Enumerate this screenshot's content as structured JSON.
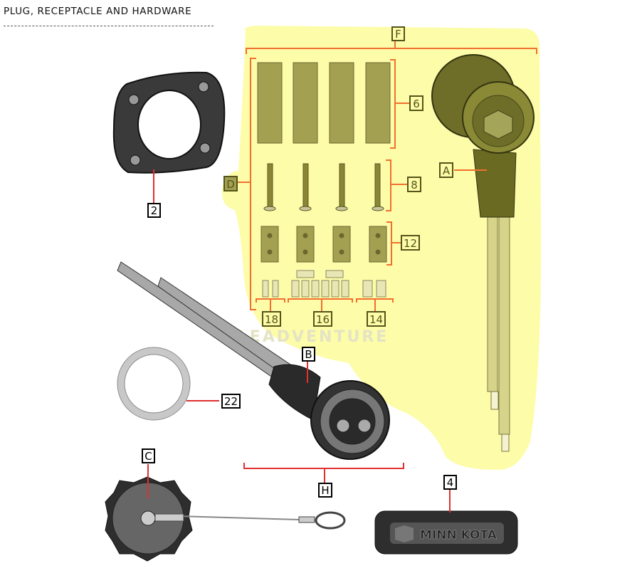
{
  "header": {
    "title": "PLUG, RECEPTACLE AND HARDWARE"
  },
  "diagram": {
    "watermark": "LEADVENTURE",
    "logo_text": "MINN KOTA",
    "colors": {
      "highlight": "#fdfca9",
      "bracket_highlight": "#f07030",
      "bracket": "#e03030",
      "label_highlight": "#55541a"
    },
    "callouts": {
      "F": "F",
      "6": "6",
      "D": "D",
      "8": "8",
      "A": "A",
      "12": "12",
      "18": "18",
      "16": "16",
      "14": "14",
      "2": "2",
      "B": "B",
      "22": "22",
      "C": "C",
      "H": "H",
      "4": "4"
    }
  }
}
